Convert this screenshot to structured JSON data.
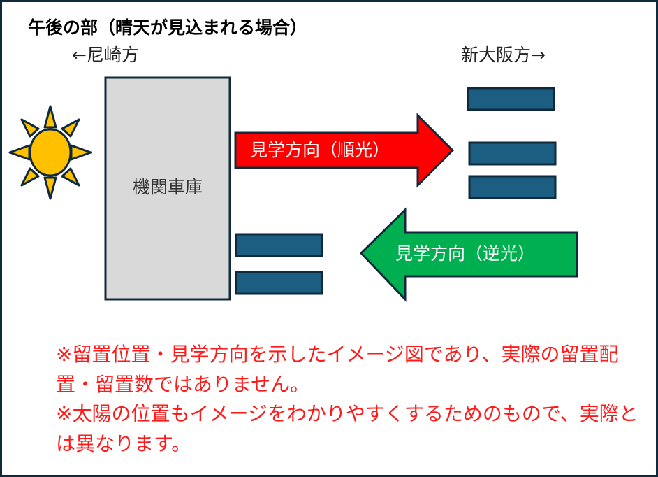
{
  "title": "午後の部（晴天が見込まれる場合）",
  "directions": {
    "left": "←尼崎方",
    "right": "新大阪方→"
  },
  "depot": {
    "label": "機関車庫"
  },
  "arrows": {
    "front_lit": {
      "label": "見学方向（順光）",
      "color": "#ff0000"
    },
    "back_lit": {
      "label": "見学方向（逆光）",
      "color": "#00b050"
    }
  },
  "icons": {
    "sun": "sun-icon"
  },
  "colors": {
    "train": "#1b5e82",
    "outline": "#0f2a3c",
    "sun": "#ffc000",
    "depot": "#d9d9d9",
    "note": "#ff1a1a"
  },
  "notes": [
    "※留置位置・見学方向を示したイメージ図であり、実際の留置配置・留置数ではありません。",
    "※太陽の位置もイメージをわかりやすくするためのもので、実際とは異なります。"
  ]
}
